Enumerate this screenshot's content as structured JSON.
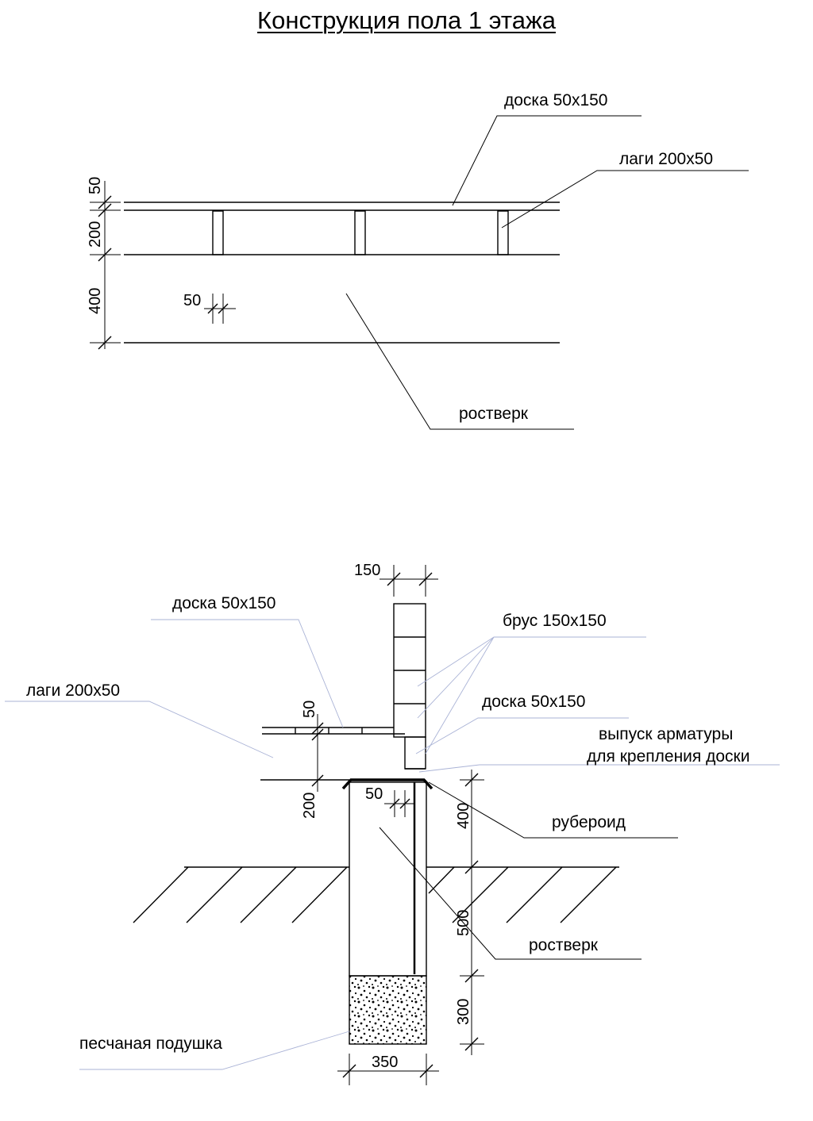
{
  "title": "Конструкция пола 1 этажа",
  "top_view": {
    "labels": {
      "board": "доска 50х150",
      "joists": "лаги 200х50",
      "grillage": "ростверк"
    },
    "dims": {
      "board_thickness": "50",
      "joist_height": "200",
      "grillage_gap": "400",
      "joist_width": "50"
    }
  },
  "section_view": {
    "labels": {
      "board_floor": "доска 50х150",
      "beam": "брус 150х150",
      "joists": "лаги 200х50",
      "board_wall": "доска 50х150",
      "rebar_line1": "выпуск арматуры",
      "rebar_line2": "для крепления доски",
      "roofing": "рубероид",
      "grillage": "ростверк",
      "sand": "песчаная подушка"
    },
    "dims": {
      "beam_width": "150",
      "board_thickness": "50",
      "joist_height": "200",
      "board_gap": "50",
      "above_ground": "400",
      "below_ground": "500",
      "sand_depth": "300",
      "foundation_width": "350"
    }
  },
  "colors": {
    "line": "#000000",
    "leader_light": "#aab3d6"
  }
}
